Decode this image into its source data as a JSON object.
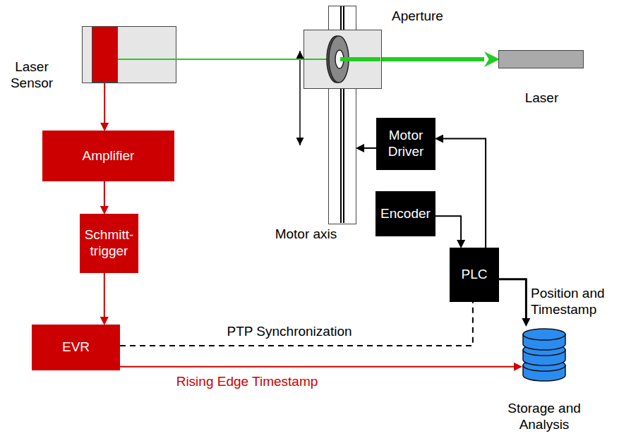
{
  "diagram": {
    "nodes": [
      {
        "text": [
          "Laser Sensor"
        ]
      },
      {
        "text": [
          "Amplifier"
        ]
      },
      {
        "text": [
          "Schmitt-trigger"
        ]
      },
      {
        "text": [
          "EVR"
        ]
      },
      {
        "text": [
          "Aperture"
        ]
      },
      {
        "text": [
          "Laser"
        ]
      },
      {
        "text": [
          "Motor axis"
        ]
      },
      {
        "text": [
          "Motor Driver"
        ]
      },
      {
        "text": [
          "Encoder"
        ]
      },
      {
        "text": [
          "PLC"
        ]
      },
      {
        "text": [
          "Storage and Analysis"
        ]
      }
    ],
    "edges": [
      {
        "from": 0,
        "to": 4,
        "arrow": "none"
      },
      {
        "from": 4,
        "to": 5,
        "arrow": "to"
      },
      {
        "from": 0,
        "to": 1,
        "arrow": "to"
      },
      {
        "from": 1,
        "to": 2,
        "arrow": "to"
      },
      {
        "from": 2,
        "to": 3,
        "arrow": "to"
      },
      {
        "from": 7,
        "to": 6,
        "arrow": "to"
      },
      {
        "from": 6,
        "to": 8,
        "arrow": "to"
      },
      {
        "from": 8,
        "to": 9,
        "arrow": "to"
      },
      {
        "from": 9,
        "to": 7,
        "arrow": "to"
      },
      {
        "from": 9,
        "to": 10,
        "label": "Position and Timestamp",
        "arrow": "to"
      },
      {
        "from": 3,
        "to": 9,
        "label": "PTP Synchronization",
        "arrow": "none"
      },
      {
        "from": 3,
        "to": 10,
        "label": "Rising Edge Timestamp",
        "arrow": "to"
      }
    ]
  }
}
